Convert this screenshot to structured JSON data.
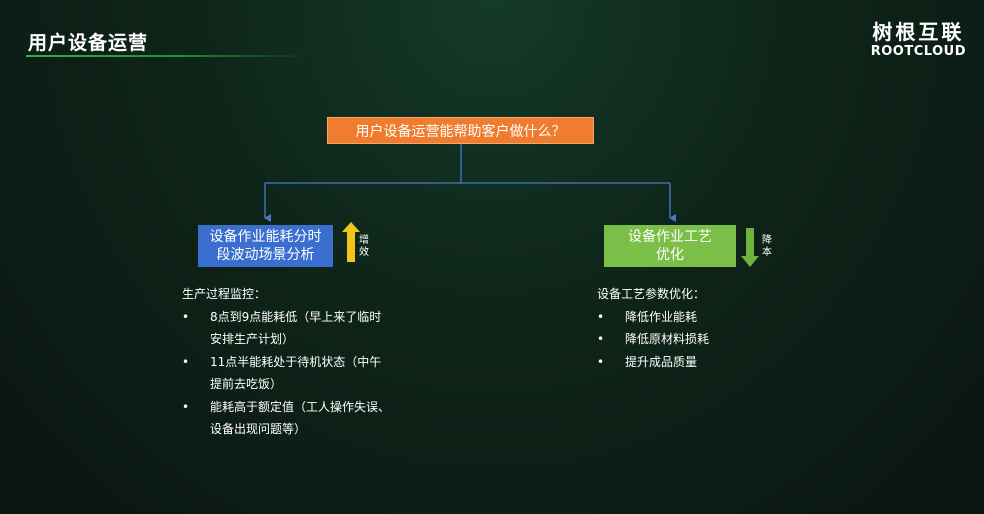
{
  "header": {
    "title": "用户设备运营"
  },
  "logo": {
    "cn": "树根互联",
    "en": "ROOTCLOUD"
  },
  "diagram": {
    "root": "用户设备运营能帮助客户做什么？",
    "left": {
      "box_line1": "设备作业能耗分时",
      "box_line2": "段波动场景分析",
      "indicator_top": "增",
      "indicator_bottom": "效",
      "indicator_direction": "up",
      "indicator_color": "#f2c31b",
      "heading": "生产过程监控：",
      "items": [
        {
          "line1": "8点到9点能耗低（早上来了临时",
          "line2": "安排生产计划）"
        },
        {
          "line1": "11点半能耗处于待机状态（中午",
          "line2": "提前去吃饭）"
        },
        {
          "line1": "能耗高于额定值（工人操作失误、",
          "line2": "设备出现问题等）"
        }
      ]
    },
    "right": {
      "box_line1": "设备作业工艺",
      "box_line2": "优化",
      "indicator_top": "降",
      "indicator_bottom": "本",
      "indicator_direction": "down",
      "indicator_color": "#6fb23e",
      "heading": "设备工艺参数优化：",
      "items": [
        {
          "line1": "降低作业能耗",
          "line2": ""
        },
        {
          "line1": "降低原材料损耗",
          "line2": ""
        },
        {
          "line1": "提升成品质量",
          "line2": ""
        }
      ]
    },
    "bullet": "•",
    "colors": {
      "root": "#ef7c2f",
      "left_box": "#3a6fcf",
      "right_box": "#7cbf48",
      "connector": "#4a78c8",
      "accent": "#2bb34b"
    }
  }
}
